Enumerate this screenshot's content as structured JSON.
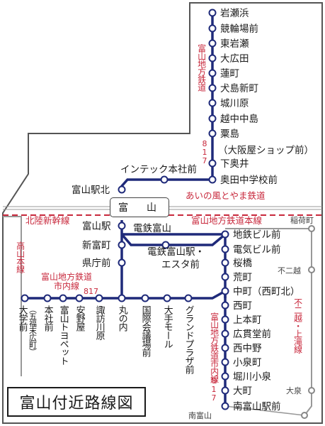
{
  "title": "富山付近路線図",
  "hub": "富　山",
  "colors": {
    "line": "#1f2a7a",
    "accent": "#c8283c",
    "frame": "#555555",
    "gray": "#888888"
  },
  "lines": {
    "kamitaki_upper": "富山地方鉄道",
    "kamitaki_num": "817",
    "ainokaze": "あいの風とやま鉄道",
    "shinkansen": "北陸新幹線",
    "honsen": "富山地方鉄道本線",
    "takayama": "高山本線",
    "shinai_name": "富山地方鉄道",
    "shinai_line": "市内線",
    "shinai_num": "817",
    "shinai_south": "富山地方鉄道市内線",
    "shinai_south_num": "817",
    "fujikoshi": "不二越・上滝線"
  },
  "stations": {
    "portram": [
      "岩瀬浜",
      "競輪場前",
      "東岩瀬",
      "大広田",
      "蓮町",
      "犬島新町",
      "城川原",
      "越中中島",
      "粟島",
      "（大阪屋ショップ前）",
      "下奥井",
      "奥田中学校前"
    ],
    "intek": "インテック本社前",
    "toyama_kita": "富山駅北",
    "toyama_eki": "富山駅",
    "dentetsu_toyama": "電鉄富山",
    "dentetsu_esta": "電鉄富山駅・",
    "dentetsu_esta2": "エスタ前",
    "shintomicho": "新富町",
    "kenchomae": "県庁前",
    "marunouchi": "丸の内",
    "kokusai": "国際会議場前",
    "ote": "大手モール",
    "grand": "グランドプラザ前",
    "west": [
      "大学前",
      "本社前",
      "富山トヨペット",
      "安野屋",
      "諏訪川原"
    ],
    "west_sub": "（五福末広町）",
    "east": [
      "地鉄ビル前",
      "電気ビル前",
      "桜橋",
      "荒町",
      "中町（西町北）"
    ],
    "south": [
      "西町",
      "上本町",
      "広貫堂前",
      "西中野",
      "小泉町",
      "堀川小泉",
      "大町",
      "南富山駅前"
    ],
    "inarimachi": "稲荷町",
    "fujikoshi": "不二越",
    "oizumi": "大泉",
    "minami_toyama": "南富山"
  }
}
